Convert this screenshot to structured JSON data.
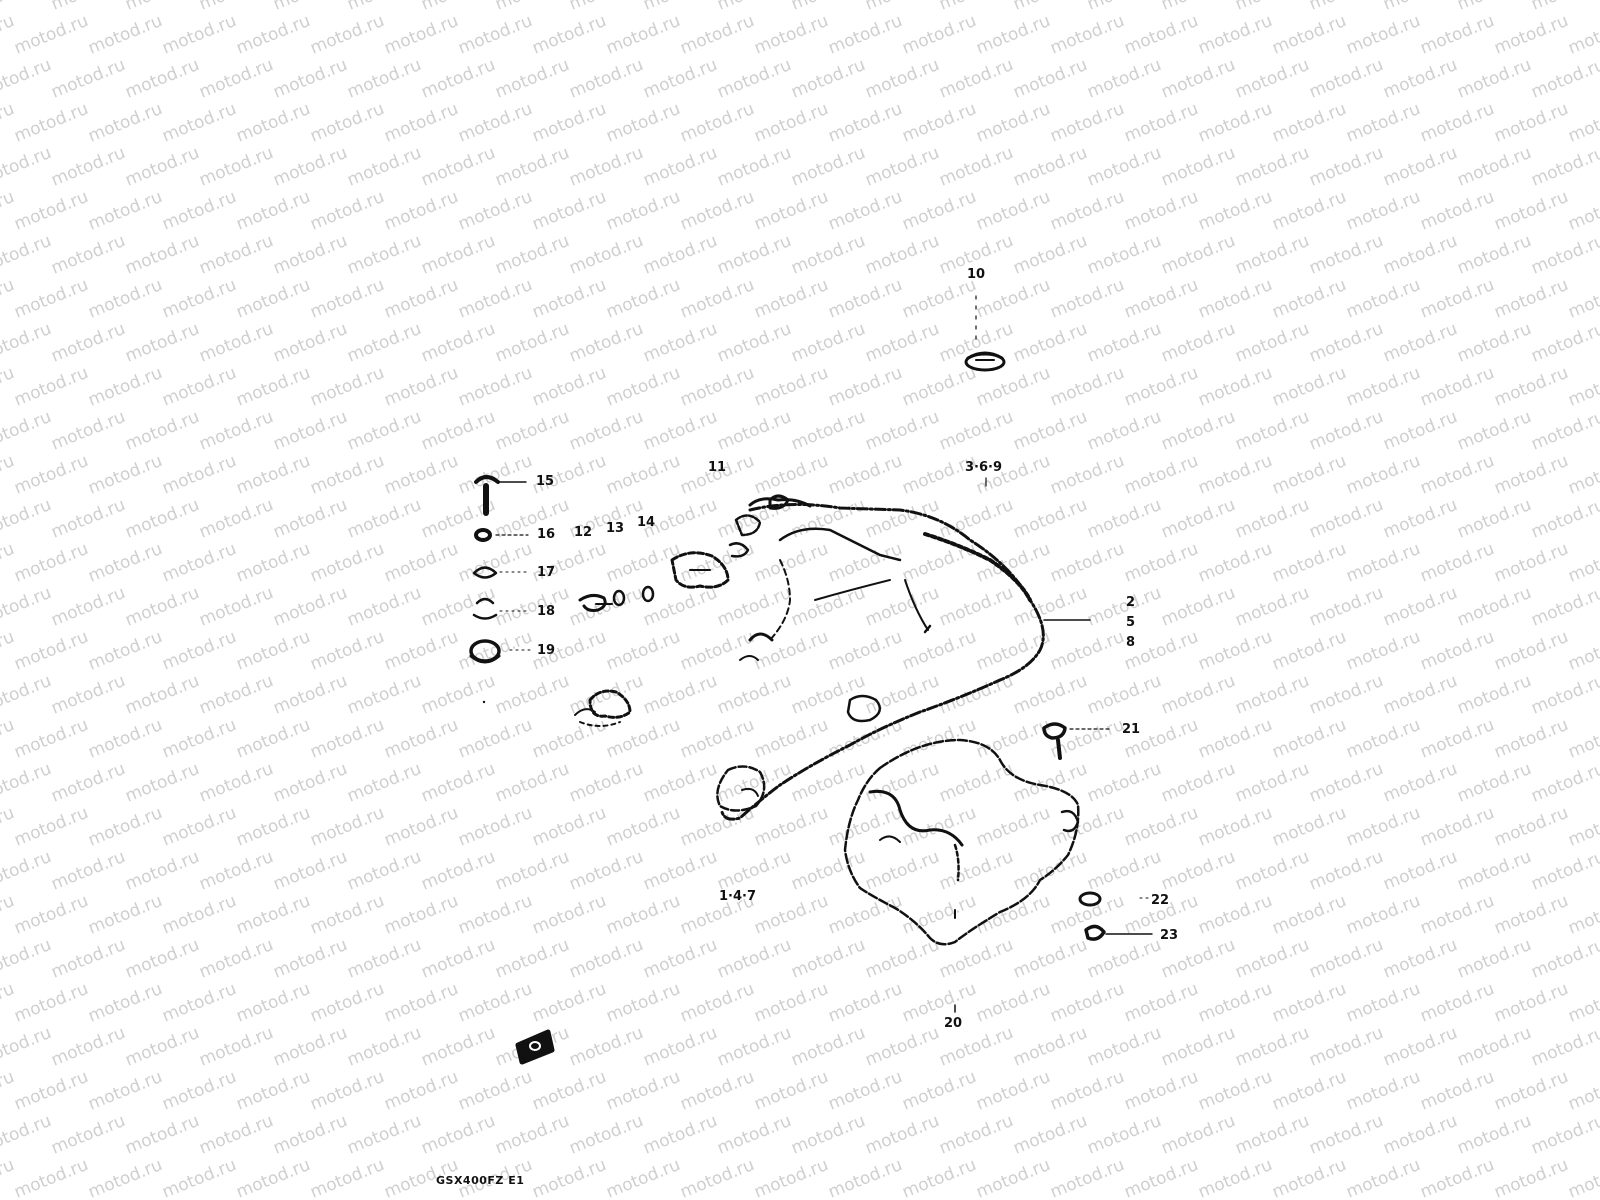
{
  "watermark": {
    "text": "motod.ru",
    "color": "#cfcfcf"
  },
  "callouts": {
    "c10": "10",
    "c11": "11",
    "c3_6_9": "3·6·9",
    "c15": "15",
    "c16": "16",
    "c12": "12",
    "c13": "13",
    "c14": "14",
    "c17": "17",
    "c18": "18",
    "c19": "19",
    "c2": "2",
    "c5": "5",
    "c8": "8",
    "c21": "21",
    "c1_4_7": "1·4·7",
    "c22": "22",
    "c23": "23",
    "c20": "20"
  },
  "caption": {
    "model_code": "GSX400FZ E1"
  },
  "colors": {
    "ink": "#111111",
    "background": "#ffffff"
  }
}
